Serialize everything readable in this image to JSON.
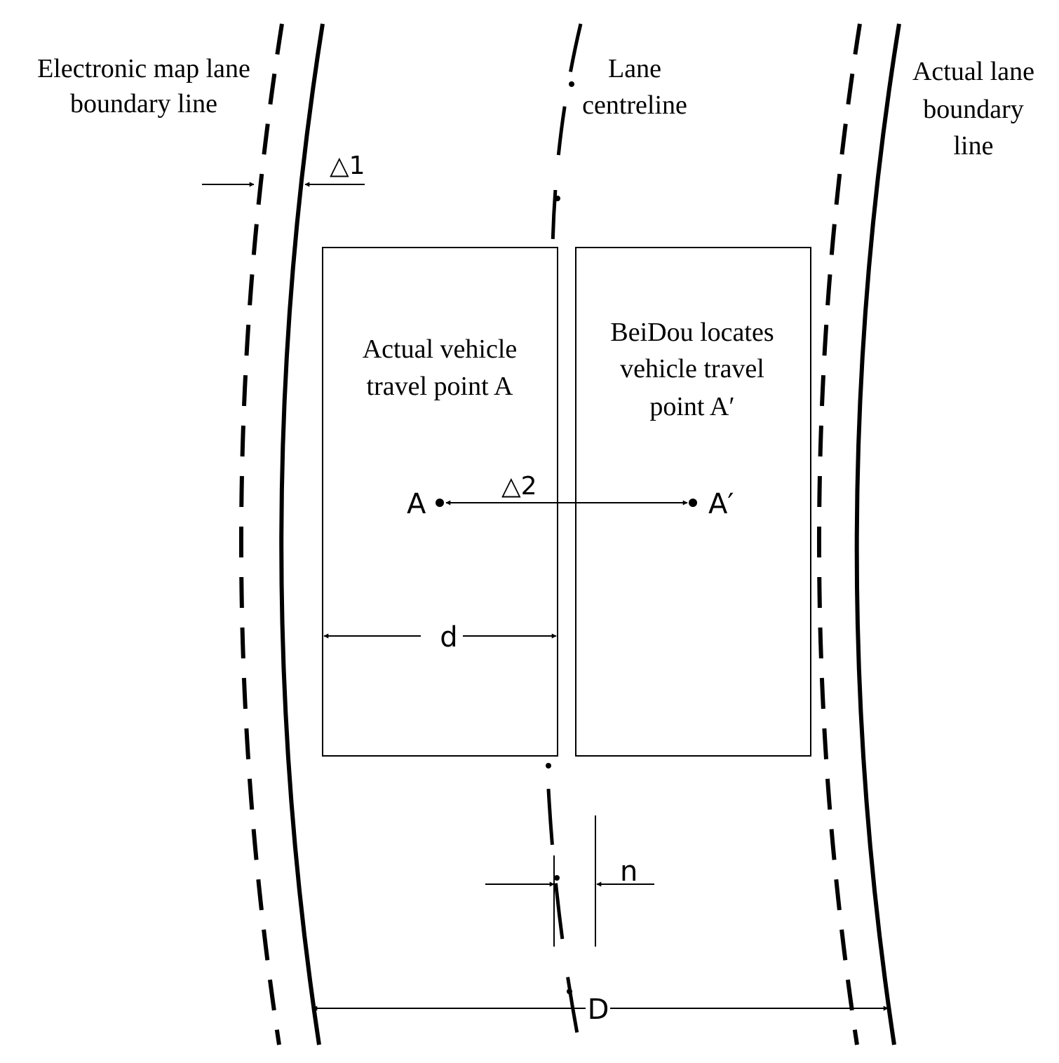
{
  "labels": {
    "map_boundary_line1": "Electronic map lane",
    "map_boundary_line2": "boundary line",
    "centreline_line1": "Lane",
    "centreline_line2": "centreline",
    "actual_boundary_line1": "Actual lane",
    "actual_boundary_line2": "boundary",
    "actual_boundary_line3": "line",
    "actual_vehicle_line1": "Actual vehicle",
    "actual_vehicle_line2": "travel point A",
    "beidou_line1": "BeiDou locates",
    "beidou_line2": "vehicle travel",
    "beidou_line3": "point A′"
  },
  "symbols": {
    "delta1": "△1",
    "delta2": "△2",
    "point_a": "A",
    "point_a_prime": "A′",
    "d": "d",
    "n": "n",
    "D": "D"
  }
}
